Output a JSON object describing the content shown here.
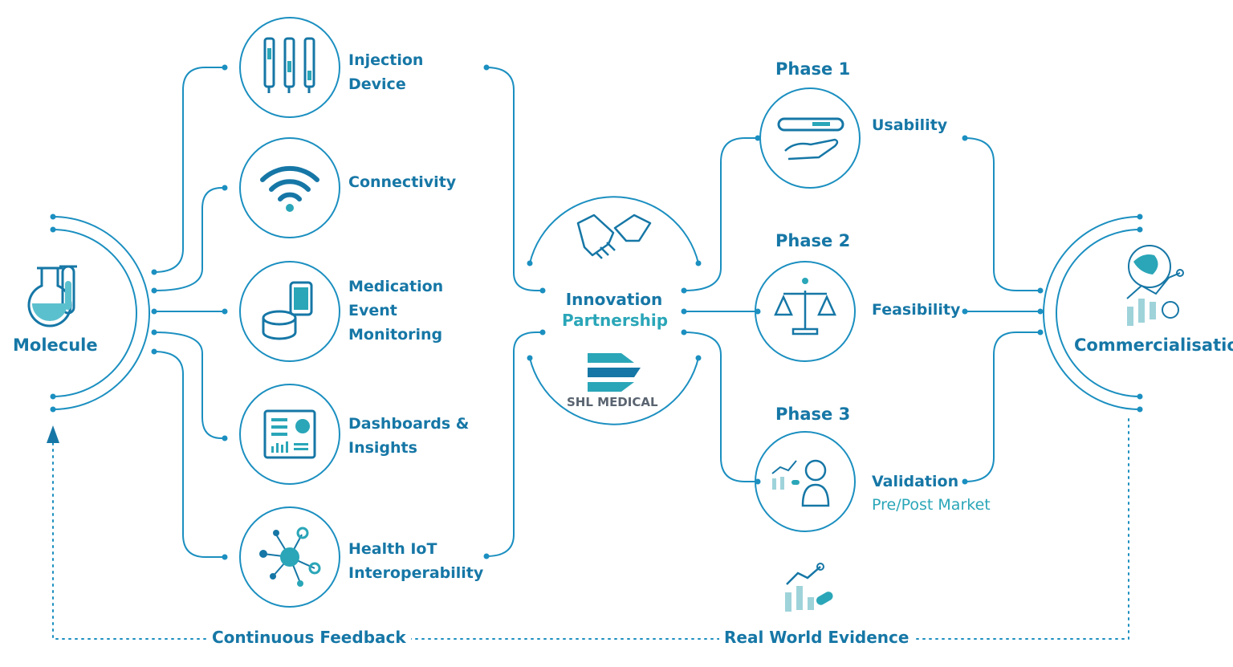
{
  "source": {
    "label": "Molecule"
  },
  "inputs": [
    {
      "lines": [
        "Injection",
        "Device"
      ],
      "icon": "injection-pens-icon"
    },
    {
      "lines": [
        "Connectivity"
      ],
      "icon": "wifi-icon"
    },
    {
      "lines": [
        "Medication",
        "Event",
        "Monitoring"
      ],
      "icon": "smart-device-icon"
    },
    {
      "lines": [
        "Dashboards &",
        "Insights"
      ],
      "icon": "dashboard-icon"
    },
    {
      "lines": [
        "Health IoT",
        "Interoperability"
      ],
      "icon": "network-nodes-icon"
    }
  ],
  "hub": {
    "title_line1": "Innovation",
    "title_line2": "Partnership",
    "logo_text": "SHL MEDICAL",
    "icon": "handshake-icon"
  },
  "phases": [
    {
      "phase": "Phase 1",
      "label": "Usability",
      "sub": "",
      "icon": "pen-in-hand-icon"
    },
    {
      "phase": "Phase 2",
      "label": "Feasibility",
      "sub": "",
      "icon": "balance-scale-icon"
    },
    {
      "phase": "Phase 3",
      "label": "Validation",
      "sub": "Pre/Post Market",
      "icon": "person-analytics-icon"
    }
  ],
  "target": {
    "label": "Commercialisation",
    "icon": "globe-growth-icon"
  },
  "feedback": {
    "left_label": "Continuous Feedback",
    "right_label": "Real World Evidence",
    "evidence_icon": "analytics-pill-icon"
  },
  "colors": {
    "primary": "#1677a6",
    "accent": "#2aa6b8",
    "light": "#9fd3da",
    "logo_gray": "#5a6470"
  }
}
